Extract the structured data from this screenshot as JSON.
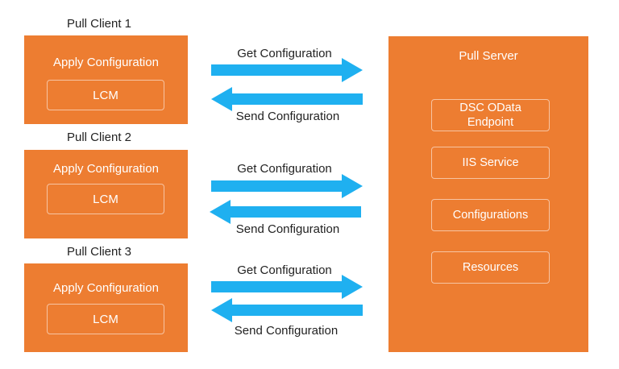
{
  "clients": [
    {
      "title": "Pull Client 1",
      "apply": "Apply Configuration",
      "lcm": "LCM"
    },
    {
      "title": "Pull Client 2",
      "apply": "Apply Configuration",
      "lcm": "LCM"
    },
    {
      "title": "Pull Client 3",
      "apply": "Apply Configuration",
      "lcm": "LCM"
    }
  ],
  "arrows": [
    {
      "get": "Get Configuration",
      "send": "Send Configuration"
    },
    {
      "get": "Get Configuration",
      "send": "Send Configuration"
    },
    {
      "get": "Get Configuration",
      "send": "Send Configuration"
    }
  ],
  "server": {
    "title": "Pull Server",
    "components": [
      "DSC OData Endpoint",
      "IIS Service",
      "Configurations",
      "Resources"
    ]
  },
  "colors": {
    "box": "#ed7d31",
    "arrow": "#1fb0f0",
    "text": "#222222"
  }
}
